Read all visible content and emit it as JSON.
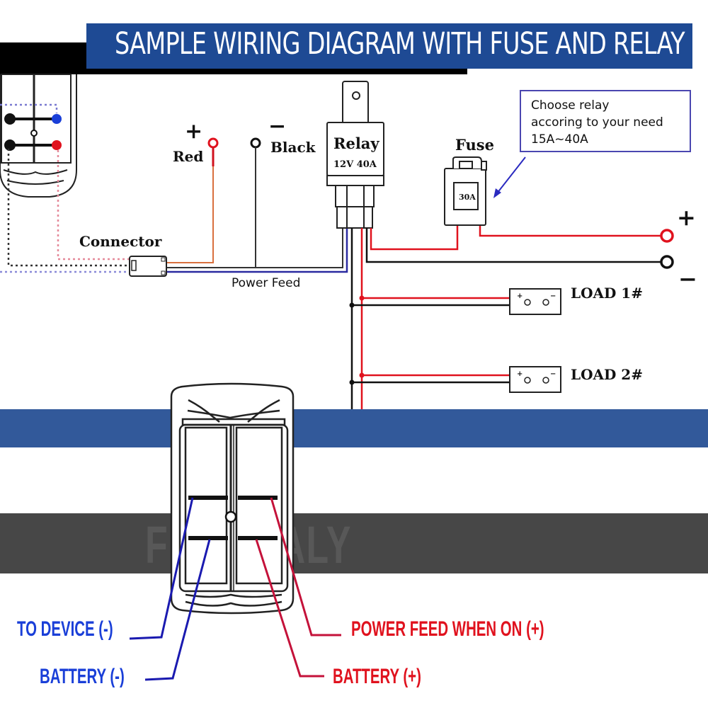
{
  "title": "SAMPLE WIRING DIAGRAM WITH FUSE AND RELAY",
  "watermark": "FREEITALY",
  "top_diagram": {
    "red_terminal": {
      "sign": "+",
      "label": "Red"
    },
    "black_terminal": {
      "sign": "−",
      "label": "Black"
    },
    "relay": {
      "label": "Relay",
      "rating": "12V 40A"
    },
    "fuse": {
      "label": "Fuse",
      "rating": "30A"
    },
    "note": {
      "lines": [
        "Choose relay",
        "accoring to your need",
        "15A~40A"
      ]
    },
    "connector_label": "Connector",
    "power_feed_label": "Power Feed",
    "battery_positive": "+",
    "battery_negative": "−",
    "loads": [
      {
        "label": "LOAD 1#",
        "plus": "+",
        "minus": "−"
      },
      {
        "label": "LOAD 2#",
        "plus": "+",
        "minus": "−"
      }
    ]
  },
  "switch_labels": {
    "to_device_neg": "TO DEVICE (-)",
    "battery_neg": "BATTERY (-)",
    "power_feed_on": "POWER FEED WHEN ON (+)",
    "battery_pos": "BATTERY (+)"
  },
  "colors": {
    "title_bg": "#1e4a94",
    "band_blue": "#32599a",
    "band_grey": "#474747",
    "wire_red": "#e0121e",
    "wire_blue": "#1a3fd8",
    "wire_black": "#111111"
  }
}
